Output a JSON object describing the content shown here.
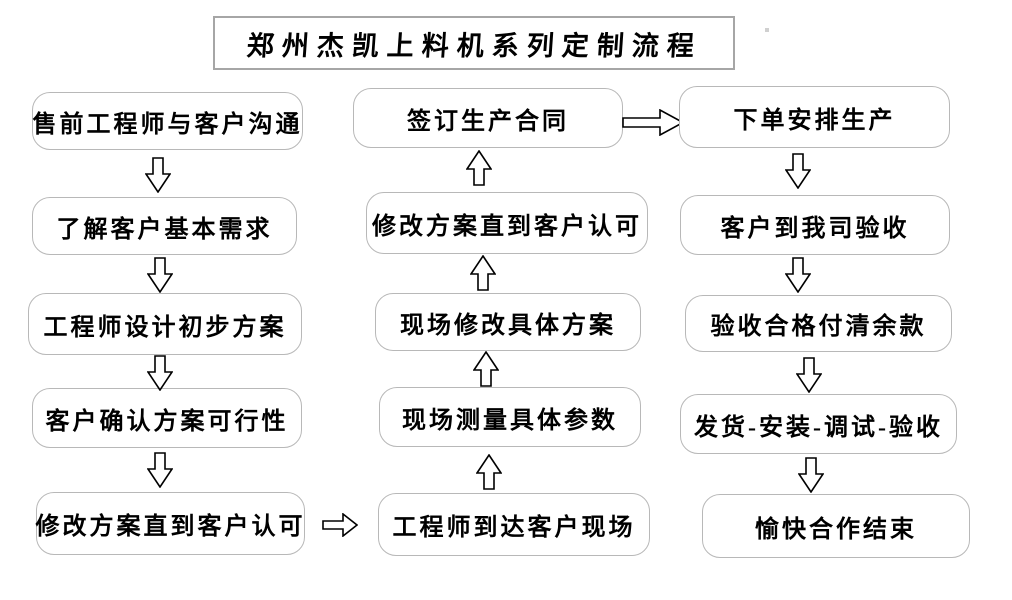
{
  "flowchart": {
    "title": "郑州杰凯上料机系列定制流程",
    "left_column": [
      {
        "label": "售前工程师与客户沟通"
      },
      {
        "label": "了解客户基本需求"
      },
      {
        "label": "工程师设计初步方案"
      },
      {
        "label": "客户确认方案可行性"
      },
      {
        "label": "修改方案直到客户认可"
      }
    ],
    "middle_column": [
      {
        "label": "签订生产合同"
      },
      {
        "label": "修改方案直到客户认可"
      },
      {
        "label": "现场修改具体方案"
      },
      {
        "label": "现场测量具体参数"
      },
      {
        "label": "工程师到达客户现场"
      }
    ],
    "right_column": [
      {
        "label": "下单安排生产"
      },
      {
        "label": "客户到我司验收"
      },
      {
        "label": "验收合格付清余款"
      },
      {
        "label": "发货-安装-调试-验收"
      },
      {
        "label": "愉快合作结束"
      }
    ],
    "flow": {
      "left_column_direction": "top-to-bottom",
      "middle_column_direction": "bottom-to-top",
      "right_column_direction": "top-to-bottom",
      "cross_links": [
        "修改方案直到客户认可 → 工程师到达客户现场",
        "签订生产合同 → 下单安排生产"
      ]
    },
    "icons": {
      "down": "arrow-down-icon",
      "up": "arrow-up-icon",
      "right": "arrow-right-icon"
    },
    "colors": {
      "background": "#ffffff",
      "box_border": "#b8b8b8",
      "title_border": "#a6a6a6",
      "arrow_outline": "#000000",
      "arrow_fill": "#ffffff",
      "text": "#000000"
    }
  }
}
